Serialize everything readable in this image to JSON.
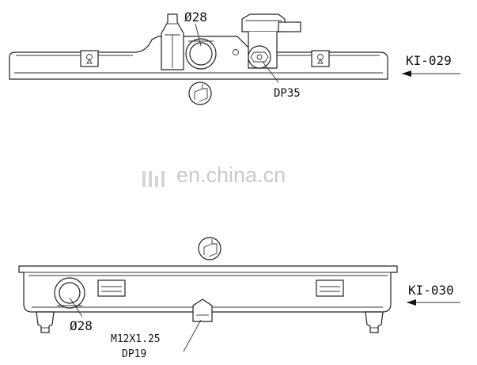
{
  "top_tank": {
    "part_number": "KI-029",
    "inlet_label": "Ø28",
    "cap_label": "DP35"
  },
  "bottom_tank": {
    "part_number": "KI-030",
    "outlet_label": "Ø28",
    "drain_thread_label": "M12X1.25",
    "drain_label": "DP19"
  },
  "watermark": {
    "text": "en.china.cn"
  },
  "icons": {
    "top_rotation": "rotation-arrow-icon",
    "bottom_rotation": "rotation-arrow-icon",
    "watermark_logo": "china-logo-icon"
  }
}
